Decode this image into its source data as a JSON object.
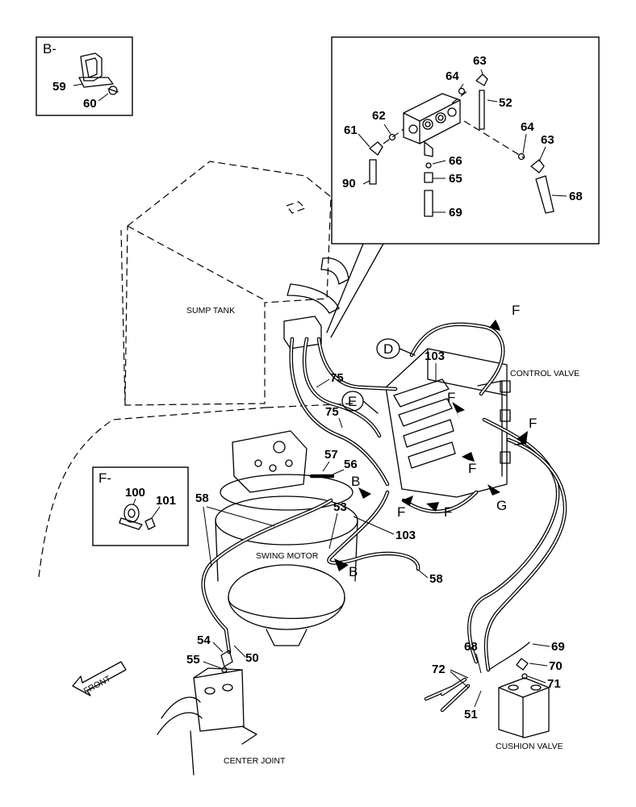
{
  "inset_b": {
    "title": "B-",
    "parts": [
      "59",
      "60"
    ]
  },
  "inset_f": {
    "title": "F-",
    "parts": [
      "100",
      "101"
    ]
  },
  "detail_inset": {
    "parts": [
      "63",
      "64",
      "52",
      "62",
      "61",
      "66",
      "65",
      "90",
      "69",
      "64",
      "63",
      "68"
    ]
  },
  "labels": {
    "sump_tank": "SUMP TANK",
    "control_valve": "CONTROL VALVE",
    "swing_motor": "SWING MOTOR",
    "center_joint": "CENTER JOINT",
    "cushion_valve": "CUSHION VALVE",
    "front": "FRONT"
  },
  "view_markers": {
    "d": "D",
    "e": "E",
    "f": "F",
    "g": "G",
    "b": "B"
  },
  "callouts": {
    "p75a": "75",
    "p75b": "75",
    "p103a": "103",
    "p103b": "103",
    "p57": "57",
    "p56": "56",
    "p58a": "58",
    "p58b": "58",
    "p53": "53",
    "p54": "54",
    "p55": "55",
    "p50": "50",
    "p68": "68",
    "p72": "72",
    "p51": "51",
    "p69": "69",
    "p70": "70",
    "p71": "71"
  }
}
